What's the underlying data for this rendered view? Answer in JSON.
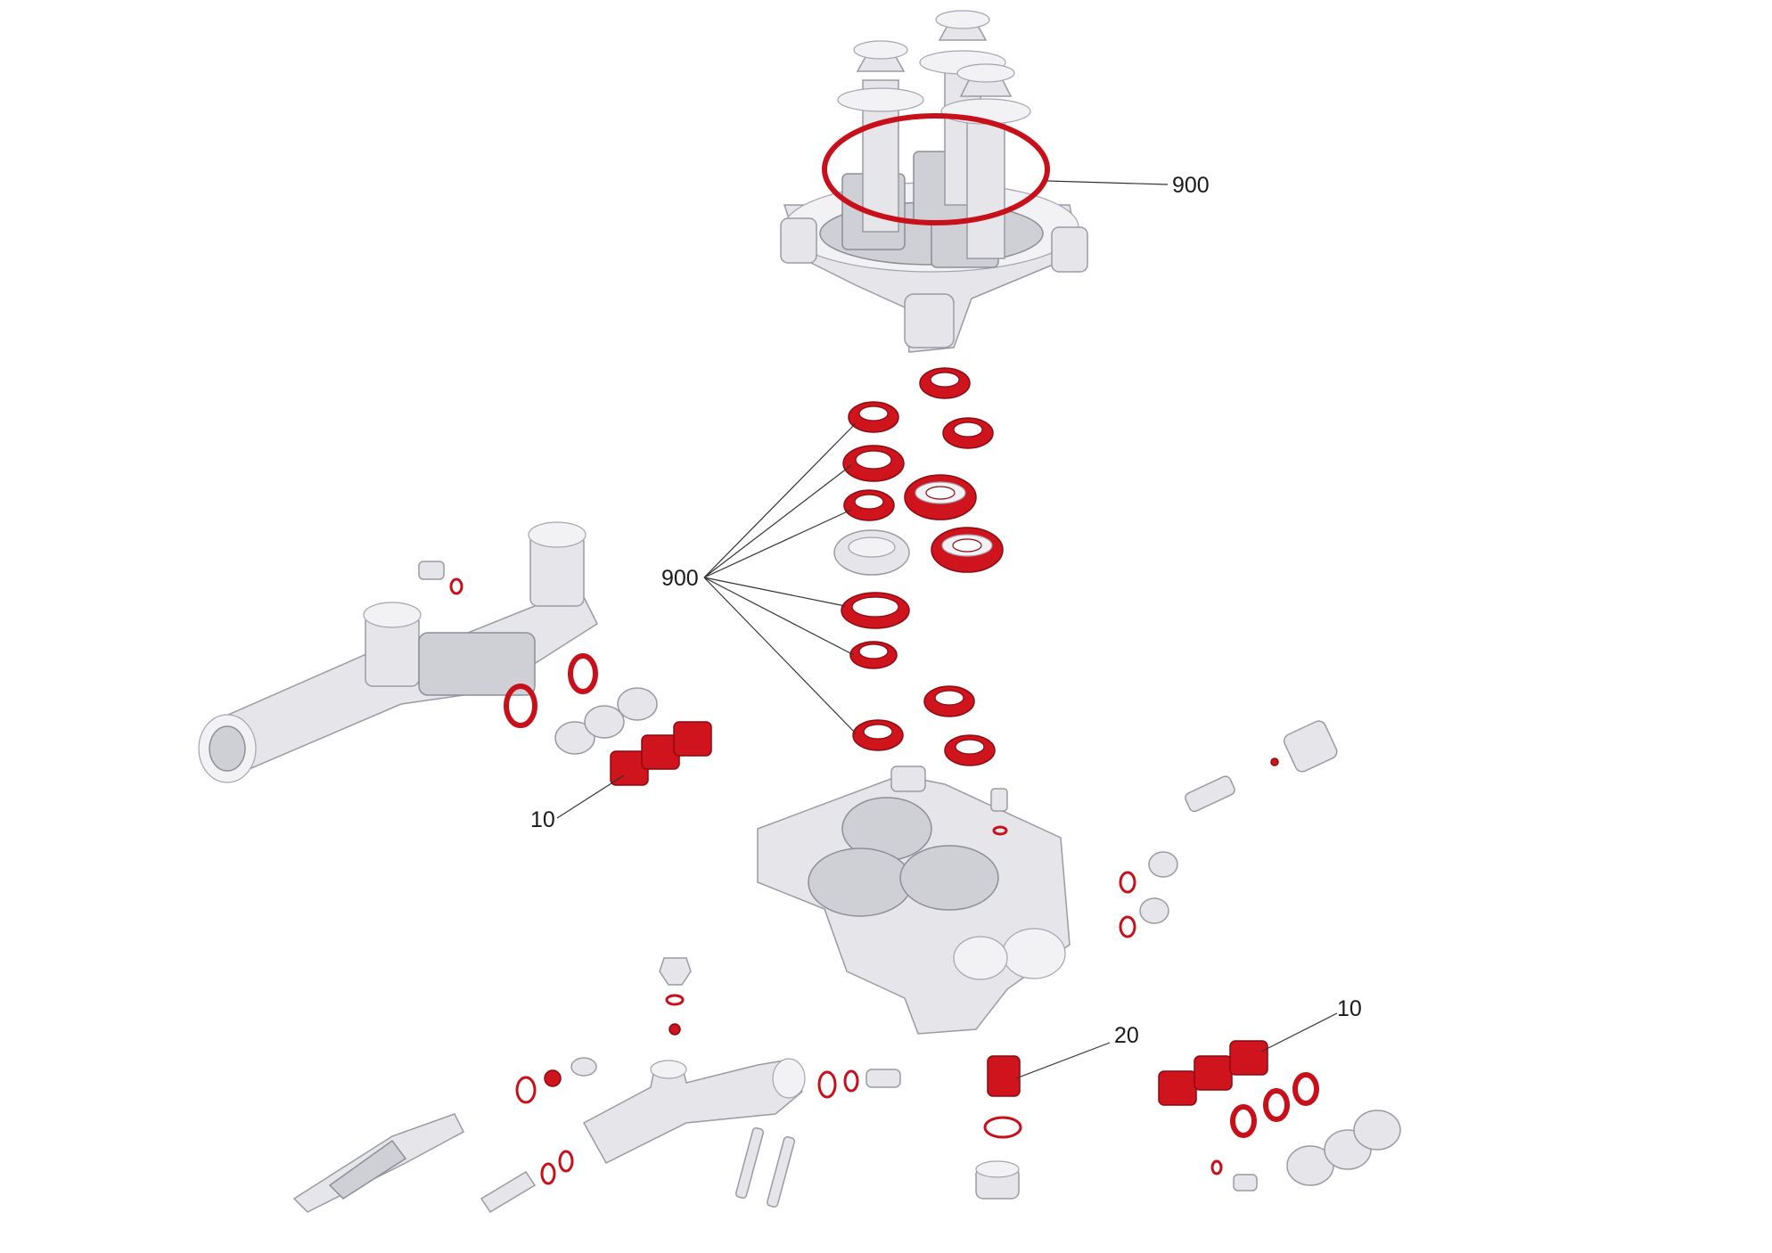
{
  "callouts": {
    "top_ring": "900",
    "seal_group": "900",
    "valve_left": "10",
    "valve_right": "10",
    "valve_center": "20"
  },
  "colors": {
    "highlight": "#c8101a",
    "part": "#e6e6ea",
    "outline": "#9a9aa4"
  }
}
